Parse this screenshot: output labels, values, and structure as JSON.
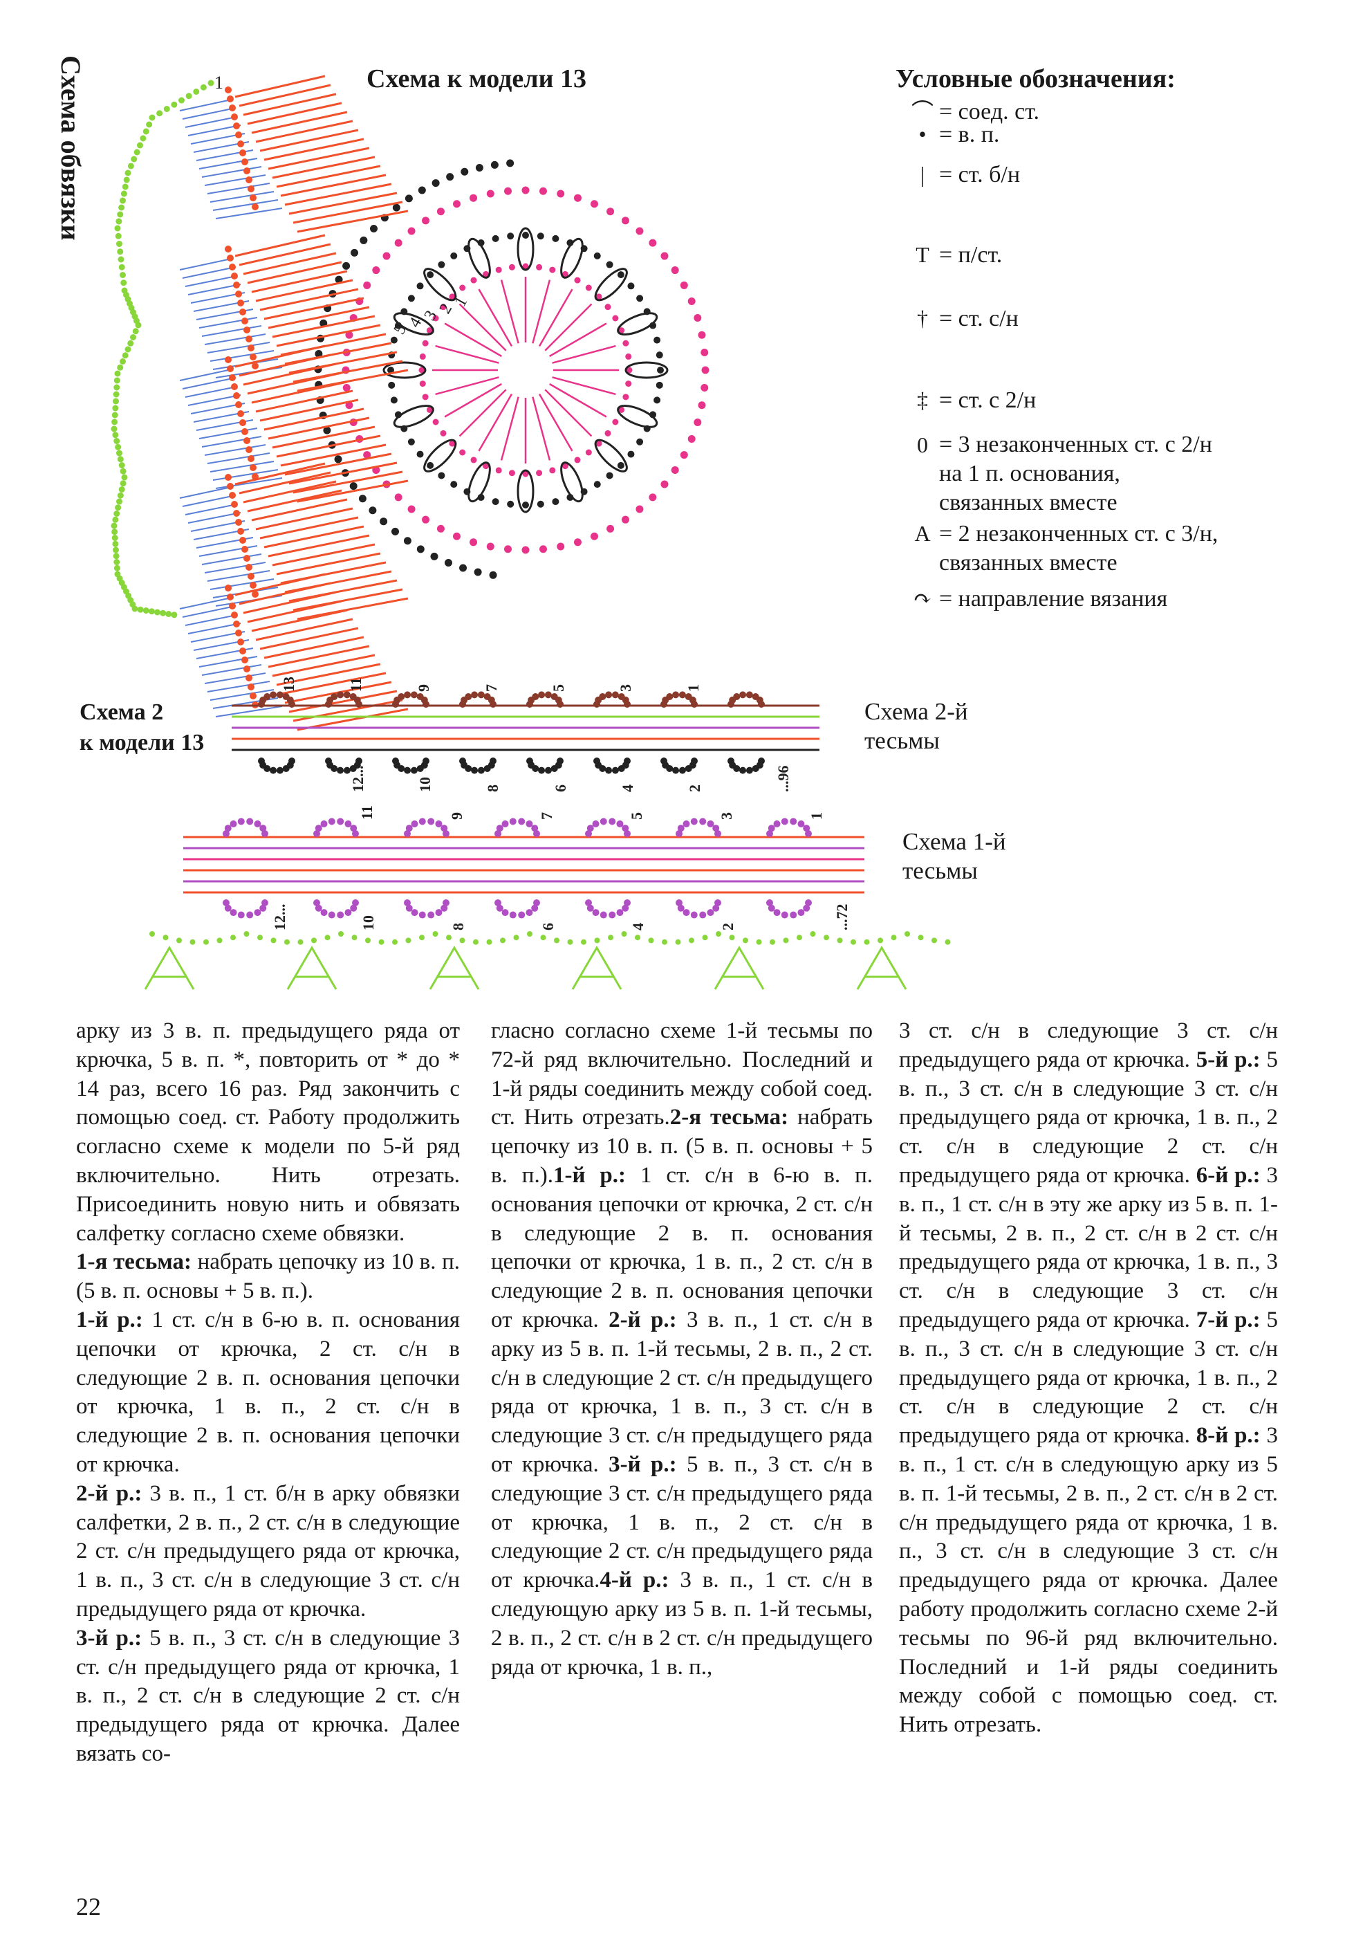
{
  "side_title": "Схема обвязки",
  "scheme_title": "Схема к модели 13",
  "legend": {
    "title": "Условные обозначения:",
    "items": [
      {
        "sym": "⌒",
        "text": "= соед. ст."
      },
      {
        "sym": "•",
        "text": "= в. п."
      },
      {
        "sym": "|",
        "text": "= ст. б/н"
      },
      {
        "sym": "T",
        "text": "= п/ст."
      },
      {
        "sym": "†",
        "text": "= ст. с/н"
      },
      {
        "sym": "‡",
        "text": "= ст. с 2/н"
      },
      {
        "sym": "0",
        "text": "= 3 незаконченных ст. с 2/н",
        "text2": "на 1 п. основания,",
        "text3": "связанных вместе"
      },
      {
        "sym": "A",
        "text": "= 2 незаконченных ст. с 3/н,",
        "text2": "связанных вместе"
      },
      {
        "sym": "↷",
        "text": "= направление вязания"
      }
    ]
  },
  "scheme2": {
    "title_line1": "Схема 2",
    "title_line2": "к модели 13",
    "band2_line1": "Схема 2-й",
    "band2_line2": "тесьмы",
    "band1_line1": "Схема 1-й",
    "band1_line2": "тесьмы",
    "band2_top_numbers": [
      "13",
      "11",
      "9",
      "7",
      "5",
      "3",
      "1"
    ],
    "band2_bottom_numbers": [
      "12...",
      "10",
      "8",
      "6",
      "4",
      "2",
      "...96"
    ],
    "band1_top_numbers": [
      "11",
      "9",
      "7",
      "5",
      "3",
      "1"
    ],
    "band1_bottom_numbers": [
      "12...",
      "10",
      "8",
      "6",
      "4",
      "2",
      "...72"
    ]
  },
  "circle_numbers": [
    "1",
    "2",
    "3",
    "4",
    "5"
  ],
  "fan_number": "1",
  "page_number": "22",
  "text": {
    "col1": [
      {
        "b": "",
        "t": "арку из 3 в. п. предыдущего ряда от крючка, 5 в. п. *, повторить от * до * 14 раз, всего 16 раз. Ряд закончить с помощью соед. ст. Работу продолжить согласно схеме к модели по 5-й ряд включительно. Нить отрезать. Присоединить новую нить и обвязать салфетку согласно схеме обвязки."
      },
      {
        "b": "1-я тесьма:",
        "t": " набрать цепочку из 10 в. п. (5 в. п. основы + 5 в. п.)."
      },
      {
        "b": "1-й р.:",
        "t": " 1 ст. с/н в 6-ю в. п. основания цепочки от крючка, 2 ст. с/н в следующие 2 в. п. основания цепочки от крючка, 1 в. п., 2 ст. с/н в следующие 2 в. п. основания цепочки от крючка."
      },
      {
        "b": "2-й р.:",
        "t": " 3 в. п., 1 ст. б/н в арку обвязки салфетки, 2 в. п., 2 ст. с/н в следующие 2 ст. с/н предыдущего ряда от крючка, 1 в. п., 3 ст. с/н в следующие 3 ст. с/н предыдущего ряда от крючка."
      },
      {
        "b": "3-й р.:",
        "t": " 5 в. п., 3 ст. с/н в следующие 3 ст. с/н предыдущего ряда от крючка, 1 в. п., 2 ст. с/н в следующие 2 ст. с/н предыдущего ряда от крючка. Далее вязать со-"
      }
    ],
    "col2": [
      {
        "b": "",
        "t": "гласно согласно схеме 1-й тесьмы по 72-й ряд включительно. Последний и 1-й ряды соединить между собой соед. ст. Нить отрезать."
      },
      {
        "b": "2-я тесьма:",
        "t": " набрать цепочку из 10 в. п. (5 в. п. основы + 5 в. п.)."
      },
      {
        "b": "1-й р.:",
        "t": " 1 ст. с/н в 6-ю в. п. основания цепочки от крючка, 2 ст. с/н в следующие 2 в. п. основания цепочки от крючка, 1 в. п., 2 ст. с/н в следующие 2 в. п. основания цепочки от крючка. "
      },
      {
        "b": "2-й р.:",
        "t": " 3 в. п., 1 ст. с/н в арку из 5 в. п. 1-й тесьмы, 2 в. п., 2 ст. с/н в следующие 2 ст. с/н предыдущего ряда от крючка, 1 в. п., 3 ст. с/н в следующие 3 ст. с/н предыдущего ряда от крючка. "
      },
      {
        "b": "3-й р.:",
        "t": " 5 в. п., 3 ст. с/н в следующие 3 ст. с/н предыдущего ряда от крючка, 1 в. п., 2 ст. с/н в следующие 2 ст. с/н предыдущего ряда от крючка."
      },
      {
        "b": "4-й р.:",
        "t": " 3 в. п., 1 ст. с/н в следующую арку из 5 в. п. 1-й тесьмы, 2 в. п., 2 ст. с/н в 2 ст. с/н предыдущего ряда от крючка, 1 в. п.,"
      }
    ],
    "col3": [
      {
        "b": "",
        "t": "3 ст. с/н в следующие 3 ст. с/н предыдущего ряда от крючка. "
      },
      {
        "b": "5-й р.:",
        "t": " 5 в. п., 3 ст. с/н в следующие 3 ст. с/н предыдущего ряда от крючка, 1 в. п., 2 ст. с/н в следующие 2 ст. с/н предыдущего ряда от крючка. "
      },
      {
        "b": "6-й р.:",
        "t": " 3 в. п., 1 ст. с/н в эту же арку из 5 в. п. 1-й тесьмы, 2 в. п., 2 ст. с/н в 2 ст. с/н предыдущего ряда от крючка, 1 в. п., 3 ст. с/н в следующие 3 ст. с/н предыдущего ряда от крючка. "
      },
      {
        "b": "7-й р.:",
        "t": " 5 в. п., 3 ст. с/н в следующие 3 ст. с/н предыдущего ряда от крючка, 1 в. п., 2 ст. с/н в следующие 2 ст. с/н предыдущего ряда от крючка. "
      },
      {
        "b": "8-й р.:",
        "t": " 3 в. п., 1 ст. с/н в следующую арку из 5 в. п. 1-й тесьмы, 2 в. п., 2 ст. с/н в 2 ст. с/н предыдущего ряда от крючка, 1 в. п., 3 ст. с/н в следующие 3 ст. с/н предыдущего ряда от крючка. Далее работу продолжить согласно схеме 2-й тесьмы по 96-й ряд включительно. Последний и 1-й ряды соединить между собой с помощью соед. ст. Нить отрезать."
      }
    ]
  },
  "colors": {
    "pink": "#e8338a",
    "black": "#222222",
    "orange": "#f0502a",
    "blue": "#5a7fd6",
    "green": "#88d63a",
    "purple": "#b04ec4",
    "brown": "#8a3a2a"
  }
}
